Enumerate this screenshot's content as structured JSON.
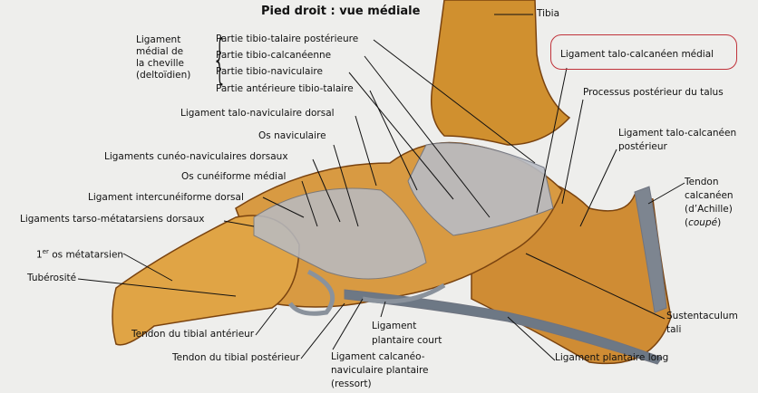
{
  "title": "Pied droit : vue médiale",
  "labels": {
    "tibia": "Tibia",
    "ligament_medial": [
      "Ligament",
      "médial de",
      "la cheville",
      "(deltoïdien)"
    ],
    "parties": [
      "Partie tibio-talaire postérieure",
      "Partie tibio-calcanéenne",
      "Partie tibio-naviculaire",
      "Partie antérieure tibio-talaire"
    ],
    "talo_naviculaire": "Ligament talo-naviculaire dorsal",
    "os_naviculaire": "Os naviculaire",
    "cuneo_naviculaires": "Ligaments cunéo-naviculaires dorsaux",
    "os_cuneiforme": "Os cunéiforme médial",
    "intercuneiforme": "Ligament intercunéiforme dorsal",
    "tarso_metatarsiens": "Ligaments tarso-métatarsiens dorsaux",
    "metatarsien_sup": "er",
    "metatarsien_pre": "1",
    "metatarsien": " os métatarsien",
    "tuberosite": "Tubérosité",
    "tibial_anterieur": "Tendon du tibial antérieur",
    "tibial_posterieur": "Tendon du tibial postérieur",
    "calcaneo_naviculaire": [
      "Ligament calcanéo-",
      "naviculaire plantaire",
      "(ressort)"
    ],
    "plantaire_court": [
      "Ligament",
      "plantaire court"
    ],
    "plantaire_long": "Ligament plantaire long",
    "sustentaculum": [
      "Sustentaculum",
      "tali"
    ],
    "achille": [
      "Tendon",
      "calcanéen",
      "(d’Achille)",
      "coupé"
    ],
    "talo_calcaneen_post": [
      "Ligament talo-calcanéen",
      "postérieur"
    ],
    "processus_posterieur": "Processus postérieur du talus",
    "talo_calcaneen_medial": "Ligament talo-calcanéen médial"
  },
  "colors": {
    "bone": "#d99a3c",
    "bone_dark": "#8a4e12",
    "ligament": "#b8bcc4",
    "highlight": "#c0323a",
    "background": "#eeeeec"
  }
}
